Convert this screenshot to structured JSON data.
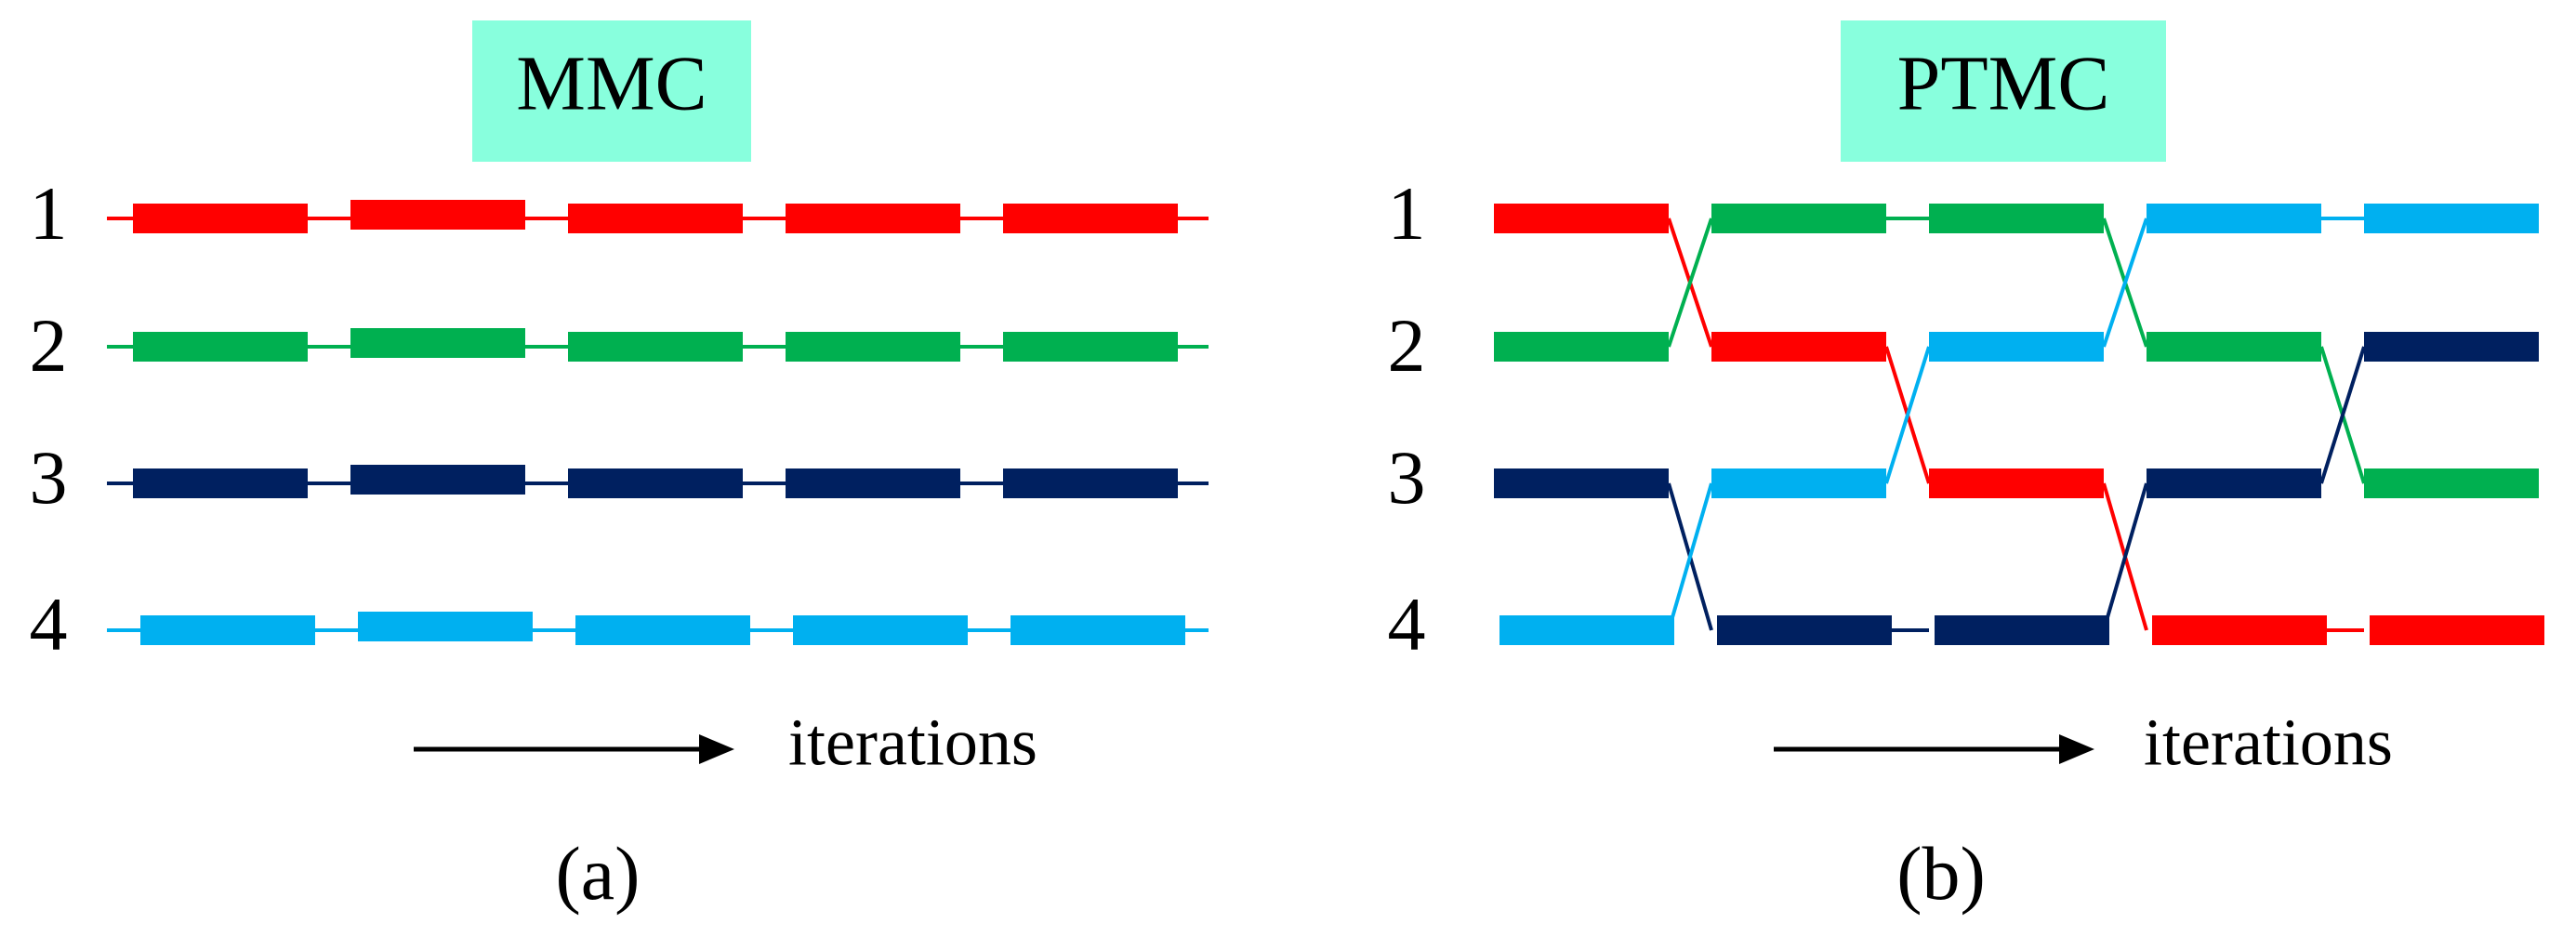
{
  "colors": {
    "title_box": "#88FFDD",
    "red": "#FF0000",
    "green": "#00B050",
    "navy": "#002060",
    "cyan": "#00B0F0",
    "arrow": "#000000"
  },
  "panels": [
    {
      "id": "a",
      "title": "MMC",
      "row_labels": [
        "1",
        "2",
        "3",
        "4"
      ],
      "axis_label": "iterations",
      "caption": "(a)",
      "lanes": [
        {
          "color": "red",
          "blocks": 5
        },
        {
          "color": "green",
          "blocks": 5
        },
        {
          "color": "navy",
          "blocks": 5
        },
        {
          "color": "cyan",
          "blocks": 5
        }
      ]
    },
    {
      "id": "b",
      "title": "PTMC",
      "row_labels": [
        "1",
        "2",
        "3",
        "4"
      ],
      "axis_label": "iterations",
      "caption": "(b)",
      "schedule": [
        [
          "red",
          "green",
          "green",
          "cyan",
          "cyan"
        ],
        [
          "green",
          "red",
          "cyan",
          "green",
          "navy"
        ],
        [
          "navy",
          "cyan",
          "red",
          "navy",
          "green"
        ],
        [
          "cyan",
          "navy",
          "navy",
          "red",
          "red"
        ]
      ]
    }
  ]
}
